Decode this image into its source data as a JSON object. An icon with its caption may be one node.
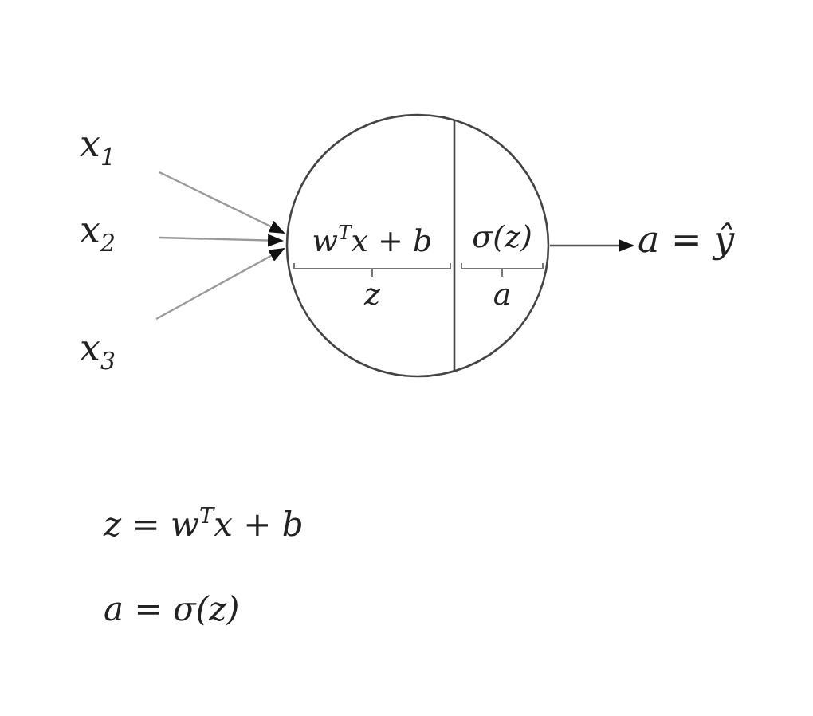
{
  "diagram": {
    "nodes": [
      {
        "text": [
          "x$_{1}$"
        ]
      },
      {
        "text": [
          "x$_{2}$"
        ]
      },
      {
        "text": [
          "x$_{3}$"
        ]
      },
      {
        "text": [],
        "shape": "circle"
      },
      {
        "text": [
          "w$^{T}$x + b",
          "z"
        ],
        "in": 3
      },
      {
        "text": [
          "σ(z)",
          "a"
        ],
        "in": 3
      },
      {
        "text": [
          "a = ŷ"
        ]
      }
    ],
    "edges": [
      {
        "from": 0,
        "to": 3,
        "arrow": "to"
      },
      {
        "from": 1,
        "to": 3,
        "arrow": "to"
      },
      {
        "from": 2,
        "to": 3,
        "arrow": "to"
      },
      {
        "from": 5,
        "to": 6,
        "arrow": "to"
      }
    ],
    "labels": [
      "z = w$^{T}$x + b",
      "a = σ(z)"
    ]
  }
}
